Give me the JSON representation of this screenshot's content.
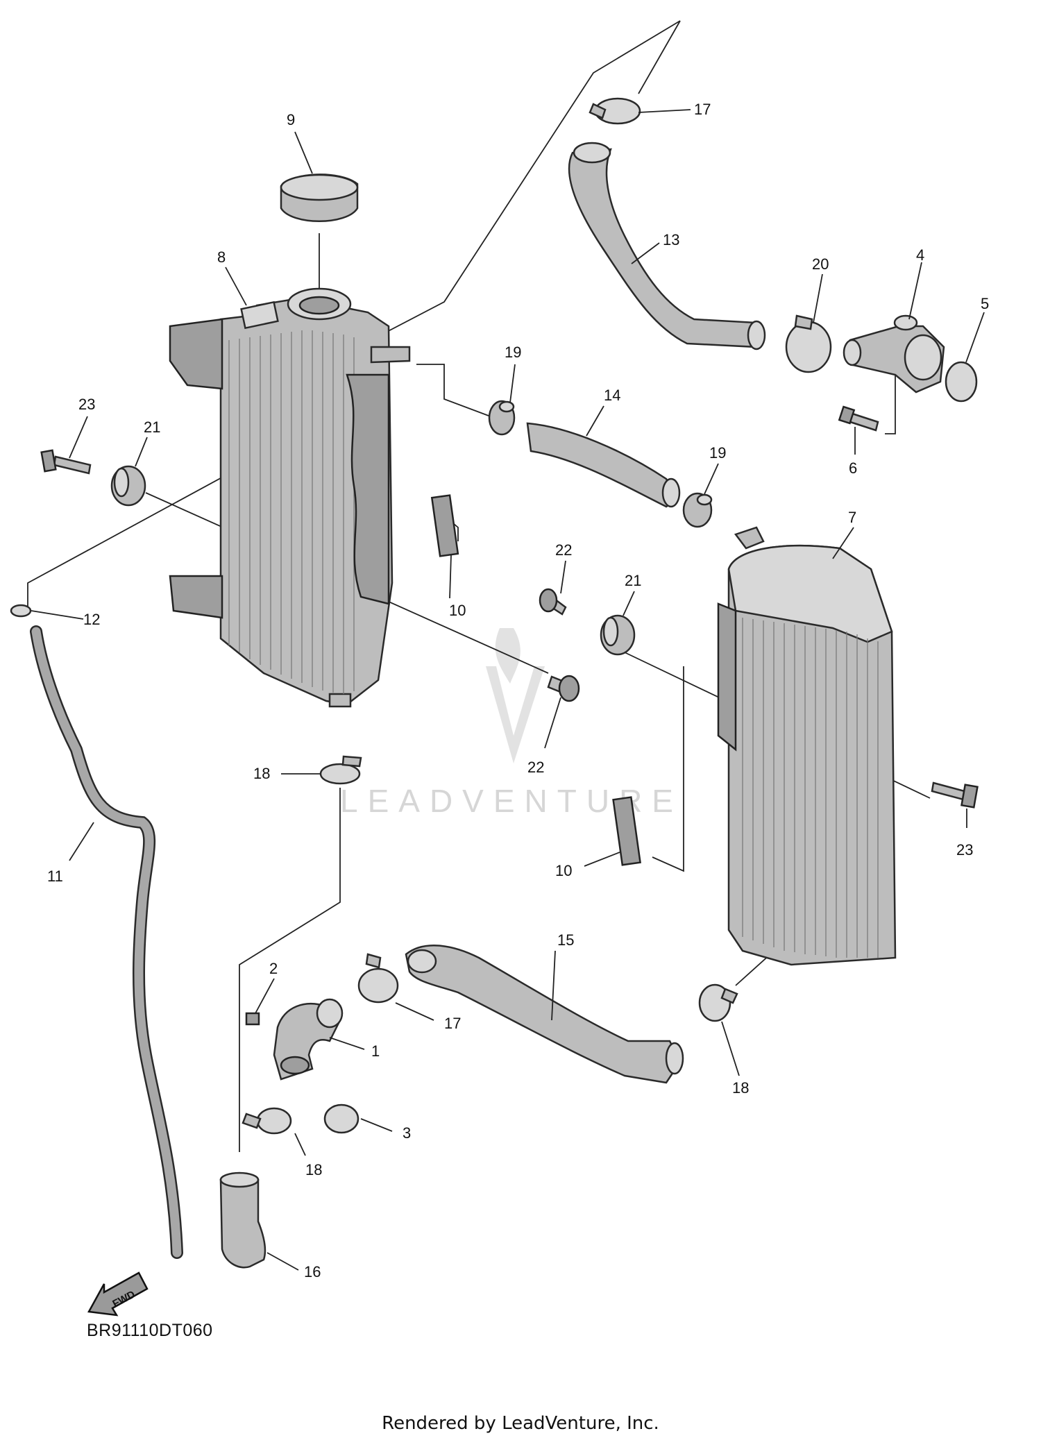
{
  "diagram_code": "BR91110DT060",
  "footer_credit": "Rendered by LeadVenture, Inc.",
  "watermark": "LEADVENTURE",
  "fwd_arrow_text": "FWD",
  "callouts": [
    {
      "id": "c9",
      "text": "9"
    },
    {
      "id": "c8",
      "text": "8"
    },
    {
      "id": "c17a",
      "text": "17"
    },
    {
      "id": "c13",
      "text": "13"
    },
    {
      "id": "c20",
      "text": "20"
    },
    {
      "id": "c4",
      "text": "4"
    },
    {
      "id": "c5",
      "text": "5"
    },
    {
      "id": "c19a",
      "text": "19"
    },
    {
      "id": "c14",
      "text": "14"
    },
    {
      "id": "c19b",
      "text": "19"
    },
    {
      "id": "c6",
      "text": "6"
    },
    {
      "id": "c23a",
      "text": "23"
    },
    {
      "id": "c21a",
      "text": "21"
    },
    {
      "id": "c7",
      "text": "7"
    },
    {
      "id": "c22a",
      "text": "22"
    },
    {
      "id": "c21b",
      "text": "21"
    },
    {
      "id": "c10a",
      "text": "10"
    },
    {
      "id": "c12",
      "text": "12"
    },
    {
      "id": "c22b",
      "text": "22"
    },
    {
      "id": "c18a",
      "text": "18"
    },
    {
      "id": "c23b",
      "text": "23"
    },
    {
      "id": "c11",
      "text": "11"
    },
    {
      "id": "c10b",
      "text": "10"
    },
    {
      "id": "c15",
      "text": "15"
    },
    {
      "id": "c2",
      "text": "2"
    },
    {
      "id": "c17b",
      "text": "17"
    },
    {
      "id": "c1",
      "text": "1"
    },
    {
      "id": "c18b",
      "text": "18"
    },
    {
      "id": "c3",
      "text": "3"
    },
    {
      "id": "c18c",
      "text": "18"
    },
    {
      "id": "c16",
      "text": "16"
    }
  ]
}
